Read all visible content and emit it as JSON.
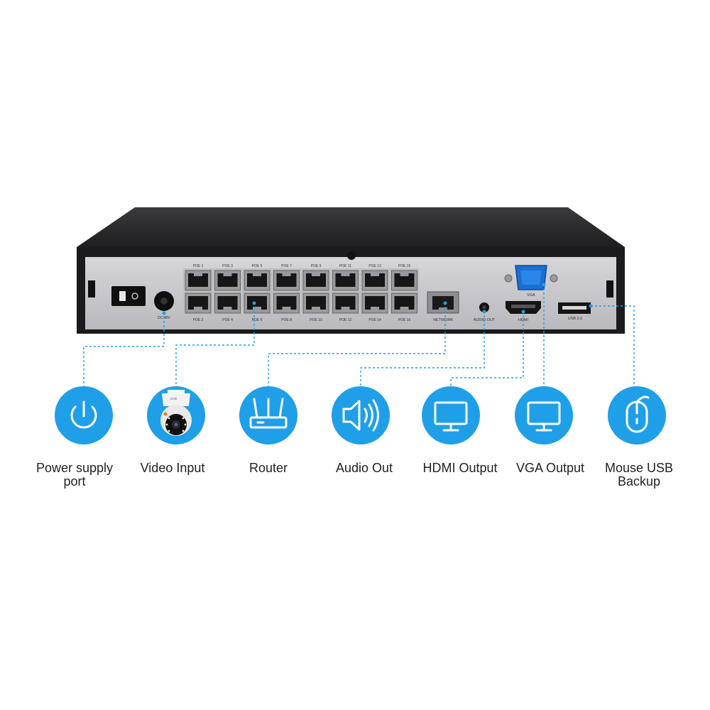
{
  "colors": {
    "accent": "#1e9fe8",
    "chassis_top": "#2c2c2e",
    "panel": "#c9c9cd",
    "port_dark": "#1a1a1a"
  },
  "device": {
    "poe_top": [
      "POE 1",
      "POE 3",
      "POE 5",
      "POE 7",
      "POE 9",
      "POE 11",
      "POE 13",
      "POE 15"
    ],
    "poe_bottom": [
      "POE 2",
      "POE 4",
      "POE 6",
      "POE 8",
      "POE 10",
      "POE 12",
      "POE 14",
      "POE 16"
    ],
    "dc_label": "DC48V",
    "network_label": "NETWORK",
    "audio_label": "AUDIO OUT",
    "hdmi_label": "HDMI",
    "vga_label": "VGA",
    "usb_label": "USB 2.0",
    "camera_brand": "ZOSI"
  },
  "features": [
    {
      "label": "Power supply\nport",
      "icon": "power-icon"
    },
    {
      "label": "Video Input",
      "icon": "camera-icon"
    },
    {
      "label": "Router",
      "icon": "router-icon"
    },
    {
      "label": "Audio Out",
      "icon": "speaker-icon"
    },
    {
      "label": "HDMI Output",
      "icon": "monitor-icon"
    },
    {
      "label": "VGA Output",
      "icon": "monitor-icon"
    },
    {
      "label": "Mouse USB\nBackup",
      "icon": "mouse-icon"
    }
  ]
}
